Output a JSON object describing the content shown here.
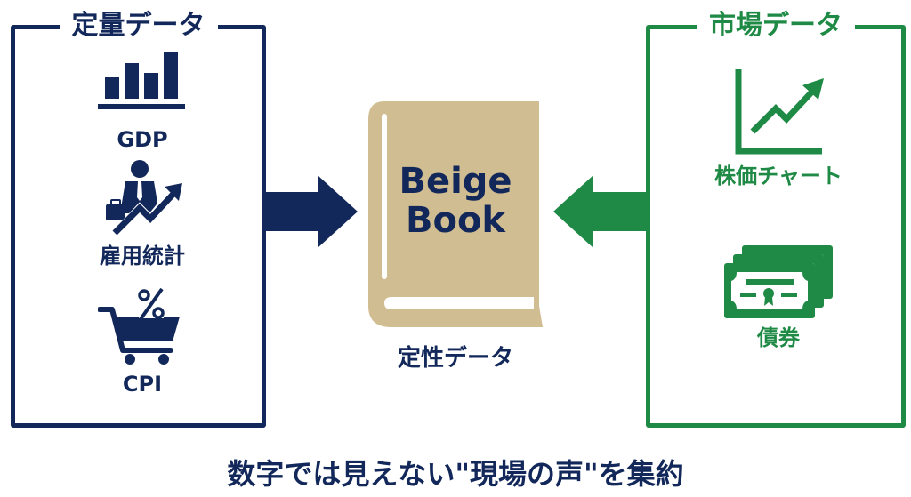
{
  "left_panel": {
    "title": "定量データ",
    "color": "#13285a",
    "items": [
      {
        "label": "GDP",
        "icon": "bar-chart-icon"
      },
      {
        "label": "雇用統計",
        "icon": "businessman-trend-icon"
      },
      {
        "label": "CPI",
        "icon": "shopping-cart-percent-icon"
      }
    ]
  },
  "center": {
    "book_title_line1": "Beige",
    "book_title_line2": "Book",
    "caption": "定性データ",
    "book_color": "#d1bd92"
  },
  "right_panel": {
    "title": "市場データ",
    "color": "#1f8a45",
    "items": [
      {
        "label": "株価チャート",
        "icon": "stock-chart-icon"
      },
      {
        "label": "債券",
        "icon": "bond-certificate-icon"
      }
    ]
  },
  "footer": {
    "caption": "数字では見えない\"現場の声\"を集約"
  }
}
